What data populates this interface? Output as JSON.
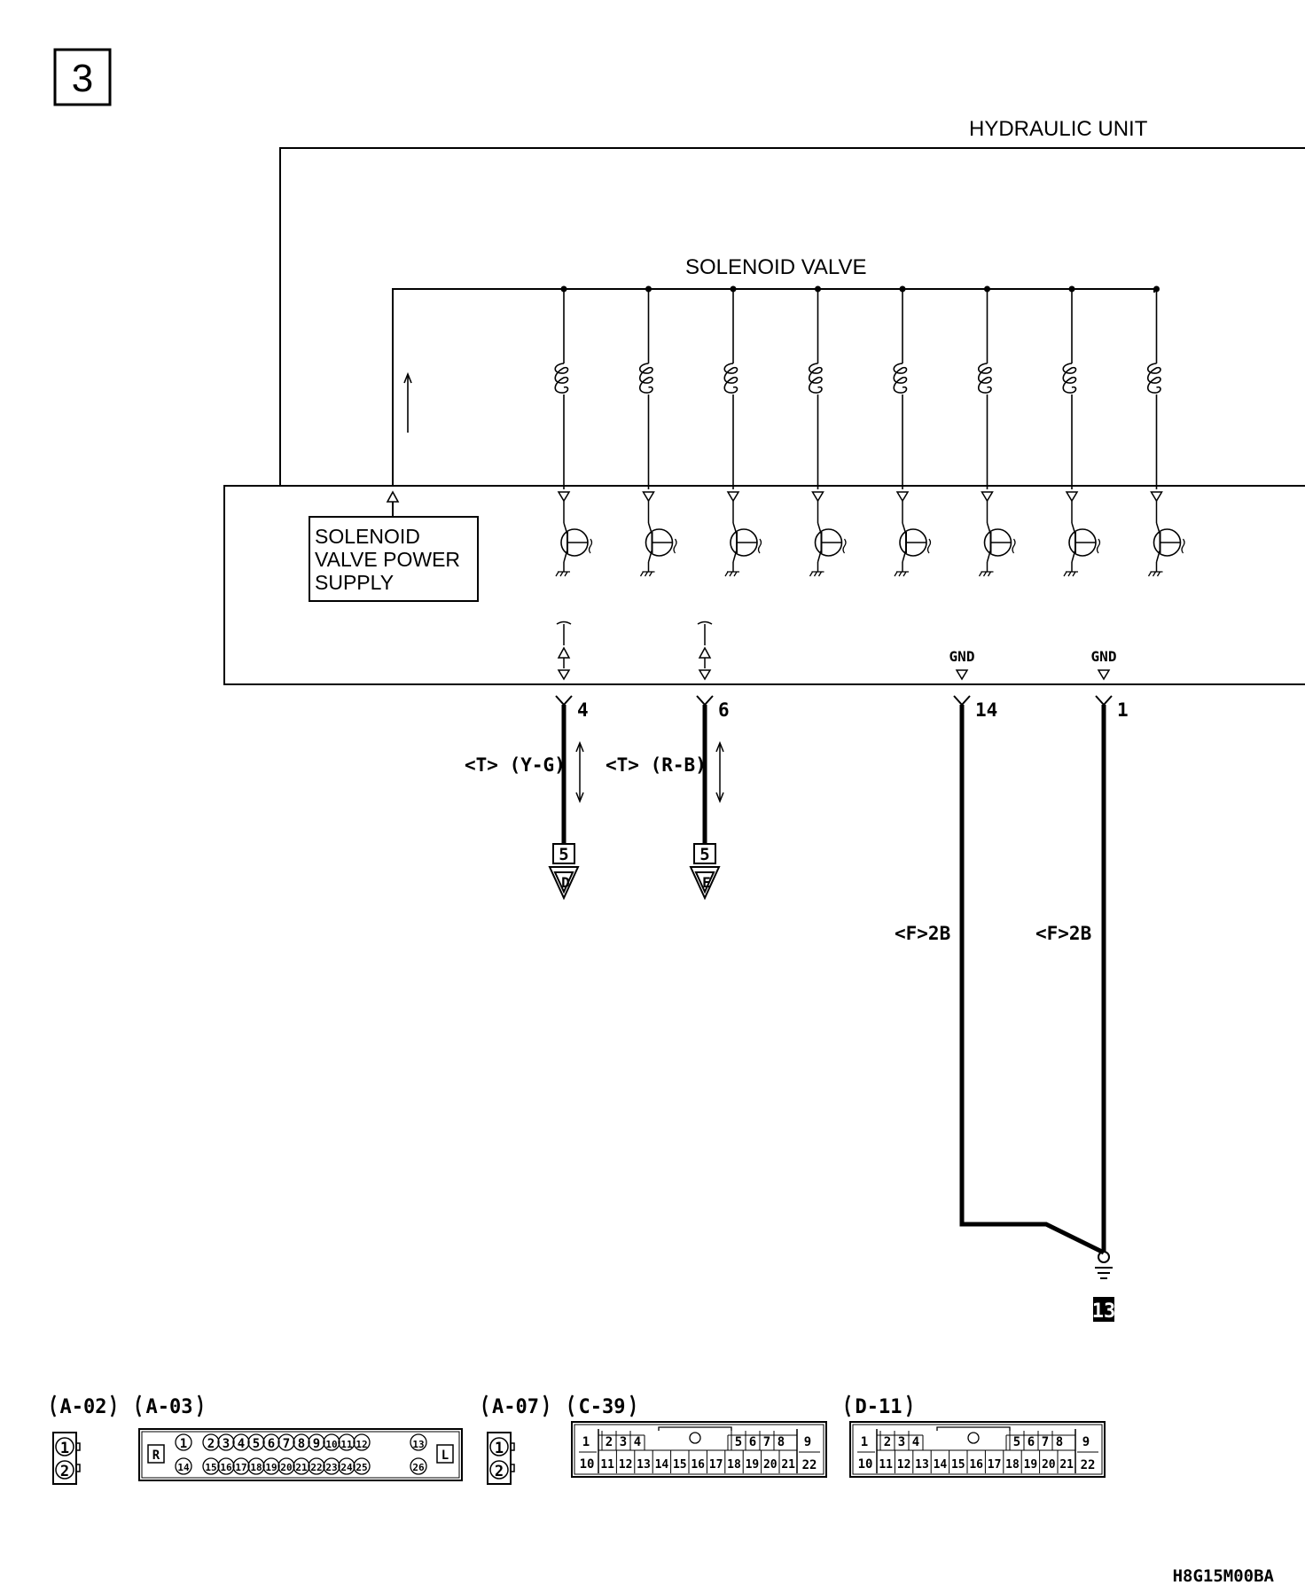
{
  "sheet": {
    "page_number": "3",
    "drawing_code": "H8G15M00BA"
  },
  "unit": {
    "name": "HYDRAULIC UNIT",
    "valve_label": "SOLENOID VALVE",
    "power_supply_lines": [
      "SOLENOID",
      "VALVE POWER",
      "SUPPLY"
    ],
    "solenoid_count": 8
  },
  "terminals": [
    {
      "pin": "4",
      "wire": "<T> (Y-G)",
      "ref_page": "5",
      "ref_letter": "D"
    },
    {
      "pin": "6",
      "wire": "<T> (R-B)",
      "ref_page": "5",
      "ref_letter": "E"
    },
    {
      "pin": "14",
      "gnd_label": "GND",
      "wire": "<F>2B"
    },
    {
      "pin": "1",
      "gnd_label": "GND",
      "wire": "<F>2B"
    }
  ],
  "ground_point": "13",
  "connectors": [
    {
      "id": "A-02",
      "type": "2-pin",
      "pins": [
        "1",
        "2"
      ]
    },
    {
      "id": "A-03",
      "type": "26-pin",
      "side_left": "R",
      "side_right": "L",
      "top_row": [
        "1",
        "2",
        "3",
        "4",
        "5",
        "6",
        "7",
        "8",
        "9",
        "10",
        "11",
        "12",
        "13"
      ],
      "bottom_row": [
        "14",
        "15",
        "16",
        "17",
        "18",
        "19",
        "20",
        "21",
        "22",
        "23",
        "24",
        "25",
        "26"
      ]
    },
    {
      "id": "A-07",
      "type": "2-pin",
      "pins": [
        "1",
        "2"
      ]
    },
    {
      "id": "C-39",
      "type": "22-pin",
      "top_row": [
        "1",
        "2",
        "3",
        "4",
        "5",
        "6",
        "7",
        "8",
        "9"
      ],
      "bottom_row": [
        "10",
        "11",
        "12",
        "13",
        "14",
        "15",
        "16",
        "17",
        "18",
        "19",
        "20",
        "21",
        "22"
      ]
    },
    {
      "id": "D-11",
      "type": "22-pin",
      "top_row": [
        "1",
        "2",
        "3",
        "4",
        "5",
        "6",
        "7",
        "8",
        "9"
      ],
      "bottom_row": [
        "10",
        "11",
        "12",
        "13",
        "14",
        "15",
        "16",
        "17",
        "18",
        "19",
        "20",
        "21",
        "22"
      ]
    }
  ]
}
